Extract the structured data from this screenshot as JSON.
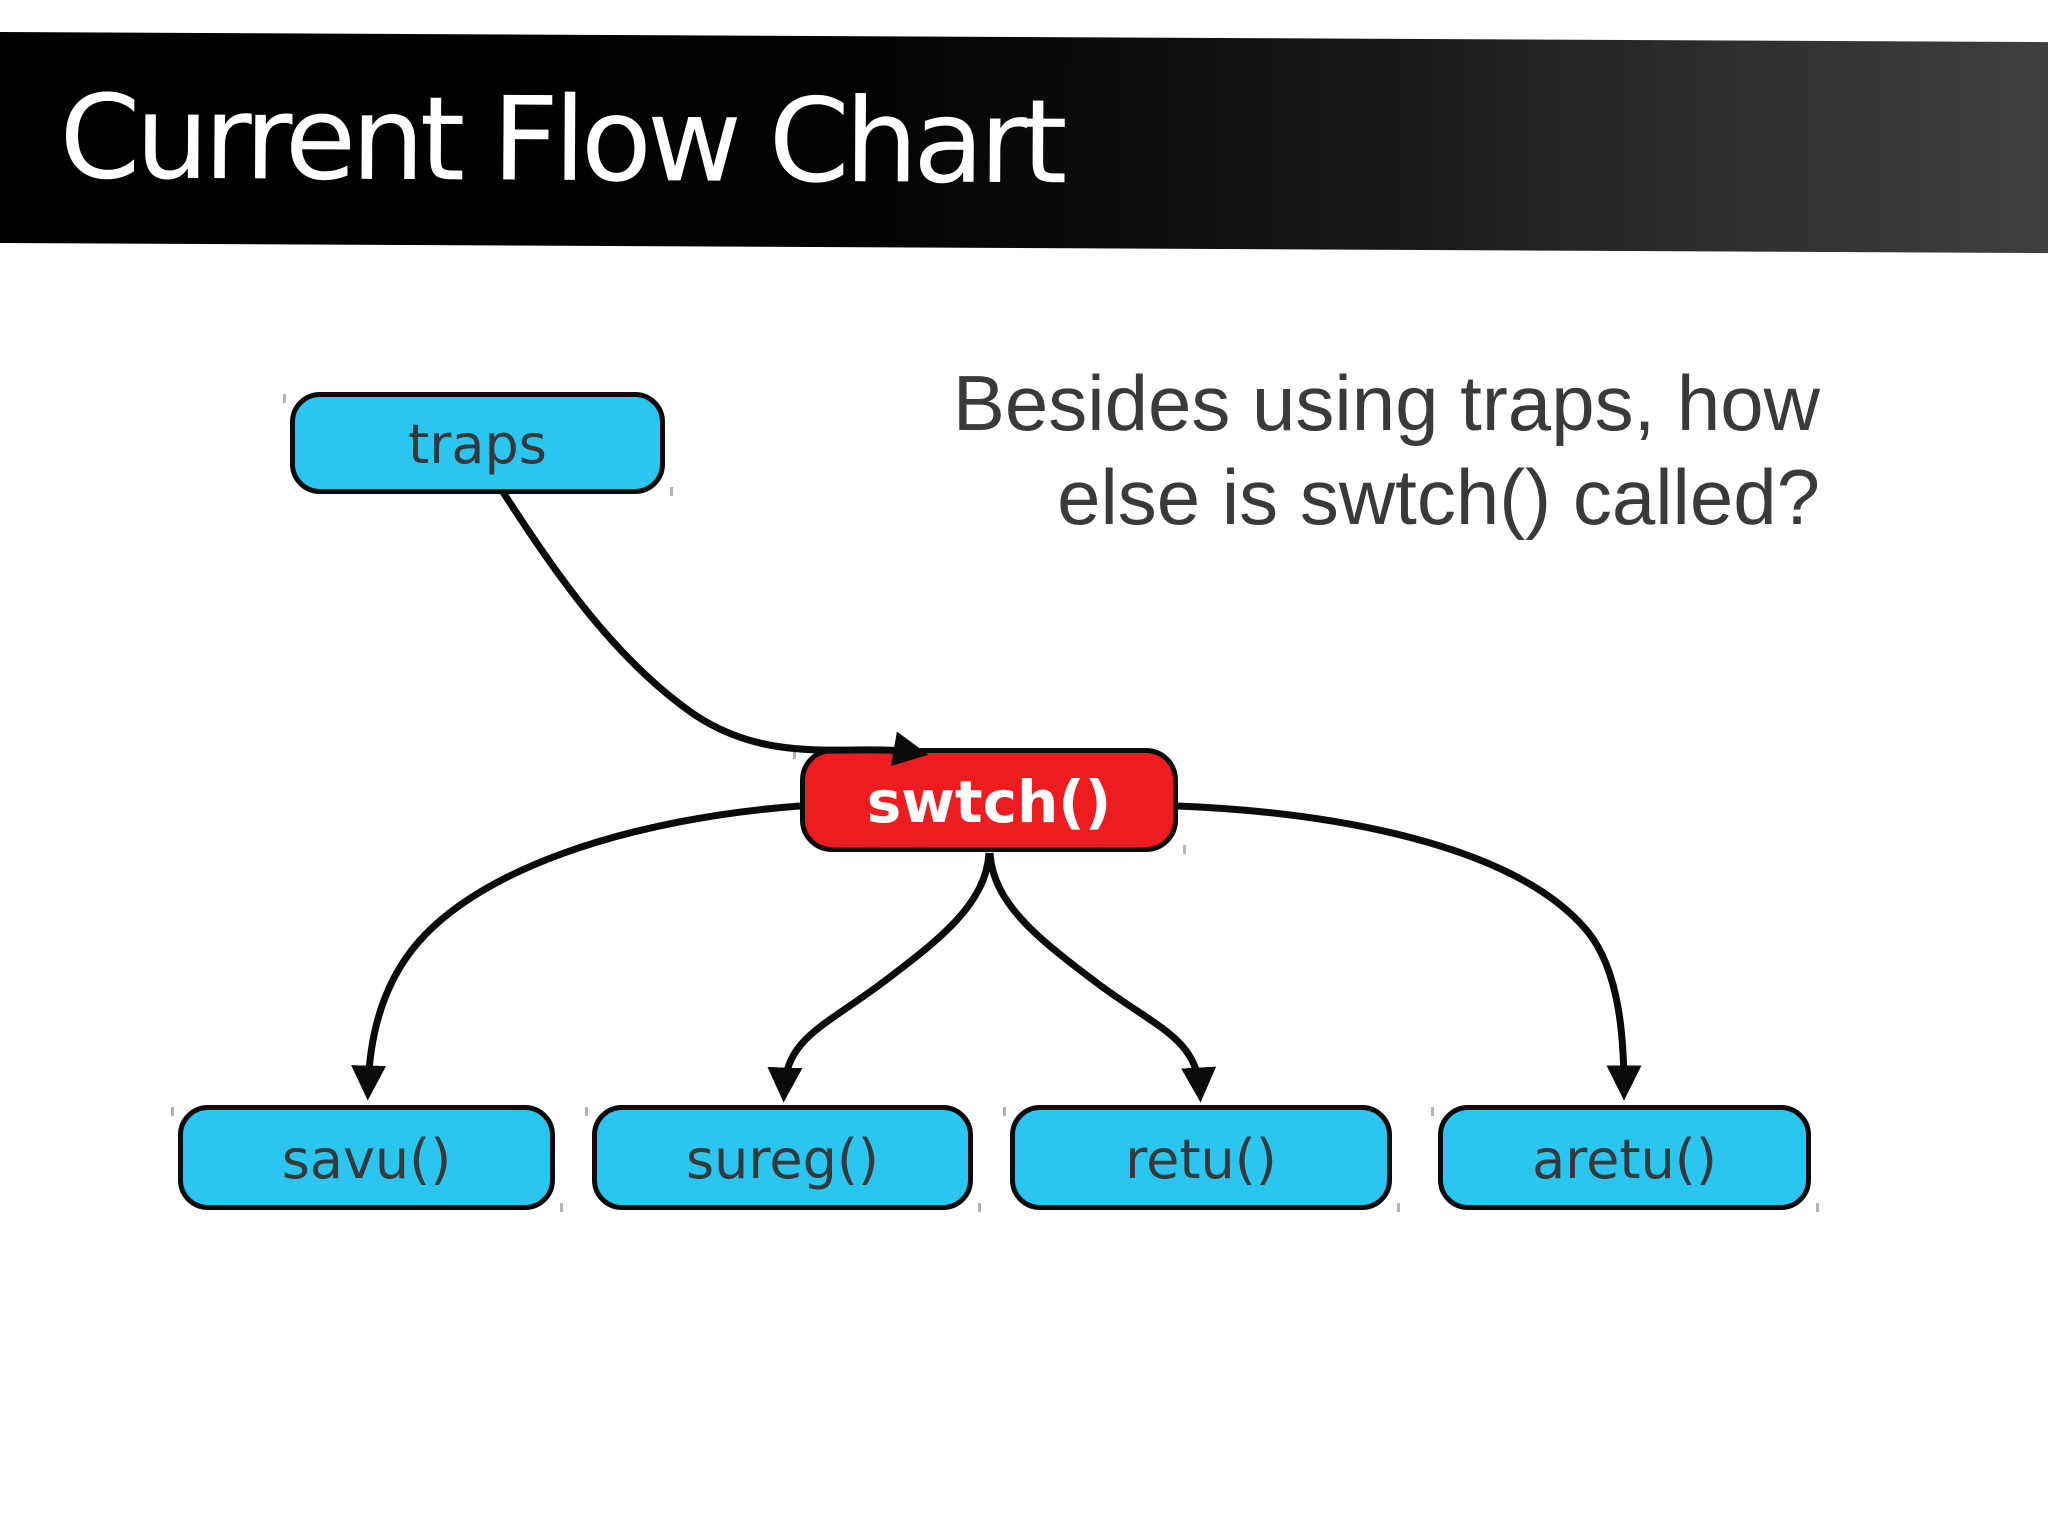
{
  "slide": {
    "title": "Current Flow Chart",
    "question": {
      "line1": "Besides using traps, how",
      "line2": "else is swtch() called?"
    }
  },
  "nodes": [
    {
      "id": "traps",
      "label": "traps",
      "fill": "#2bc6f0",
      "role": "entry"
    },
    {
      "id": "swtch",
      "label": "swtch()",
      "fill": "#ed1c21",
      "role": "highlighted"
    },
    {
      "id": "savu",
      "label": "savu()",
      "fill": "#2bc6f0",
      "role": "callee"
    },
    {
      "id": "sureg",
      "label": "sureg()",
      "fill": "#2bc6f0",
      "role": "callee"
    },
    {
      "id": "retu",
      "label": "retu()",
      "fill": "#2bc6f0",
      "role": "callee"
    },
    {
      "id": "aretu",
      "label": "aretu()",
      "fill": "#2bc6f0",
      "role": "callee"
    }
  ],
  "edges": [
    {
      "from": "traps",
      "to": "swtch"
    },
    {
      "from": "swtch",
      "to": "savu"
    },
    {
      "from": "swtch",
      "to": "sureg"
    },
    {
      "from": "swtch",
      "to": "retu"
    },
    {
      "from": "swtch",
      "to": "aretu"
    }
  ],
  "colors": {
    "header_gradient_left": "#000000",
    "header_gradient_right": "#404040",
    "title_text": "#ffffff",
    "question_text": "#3a3a3d",
    "node_cyan": "#2bc6f0",
    "node_red": "#ed1c21",
    "node_border": "#0a0a0a",
    "node_label": "#35393c",
    "red_node_label": "#ffffff",
    "connector": "#0b0b0b"
  }
}
